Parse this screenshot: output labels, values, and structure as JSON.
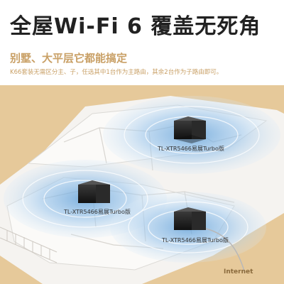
{
  "header": {
    "title": "全屋Wi-Fi 6 覆盖无死角",
    "subtitle": "别墅、大平层它都能搞定",
    "description": "K66套装无需区分主、子，任选其中1台作为主路由，其余2台作为子路由即可。"
  },
  "routers": [
    {
      "label": "TL-XTR5466易展Turbo版"
    },
    {
      "label": "TL-XTR5466易展Turbo版"
    },
    {
      "label": "TL-XTR5466易展Turbo版"
    }
  ],
  "internet": {
    "label": "Internet"
  },
  "colors": {
    "accent": "#c9a066",
    "floor": "#e6c99a",
    "wifi": "#7fb2e0",
    "router": "#1e1e1e"
  }
}
